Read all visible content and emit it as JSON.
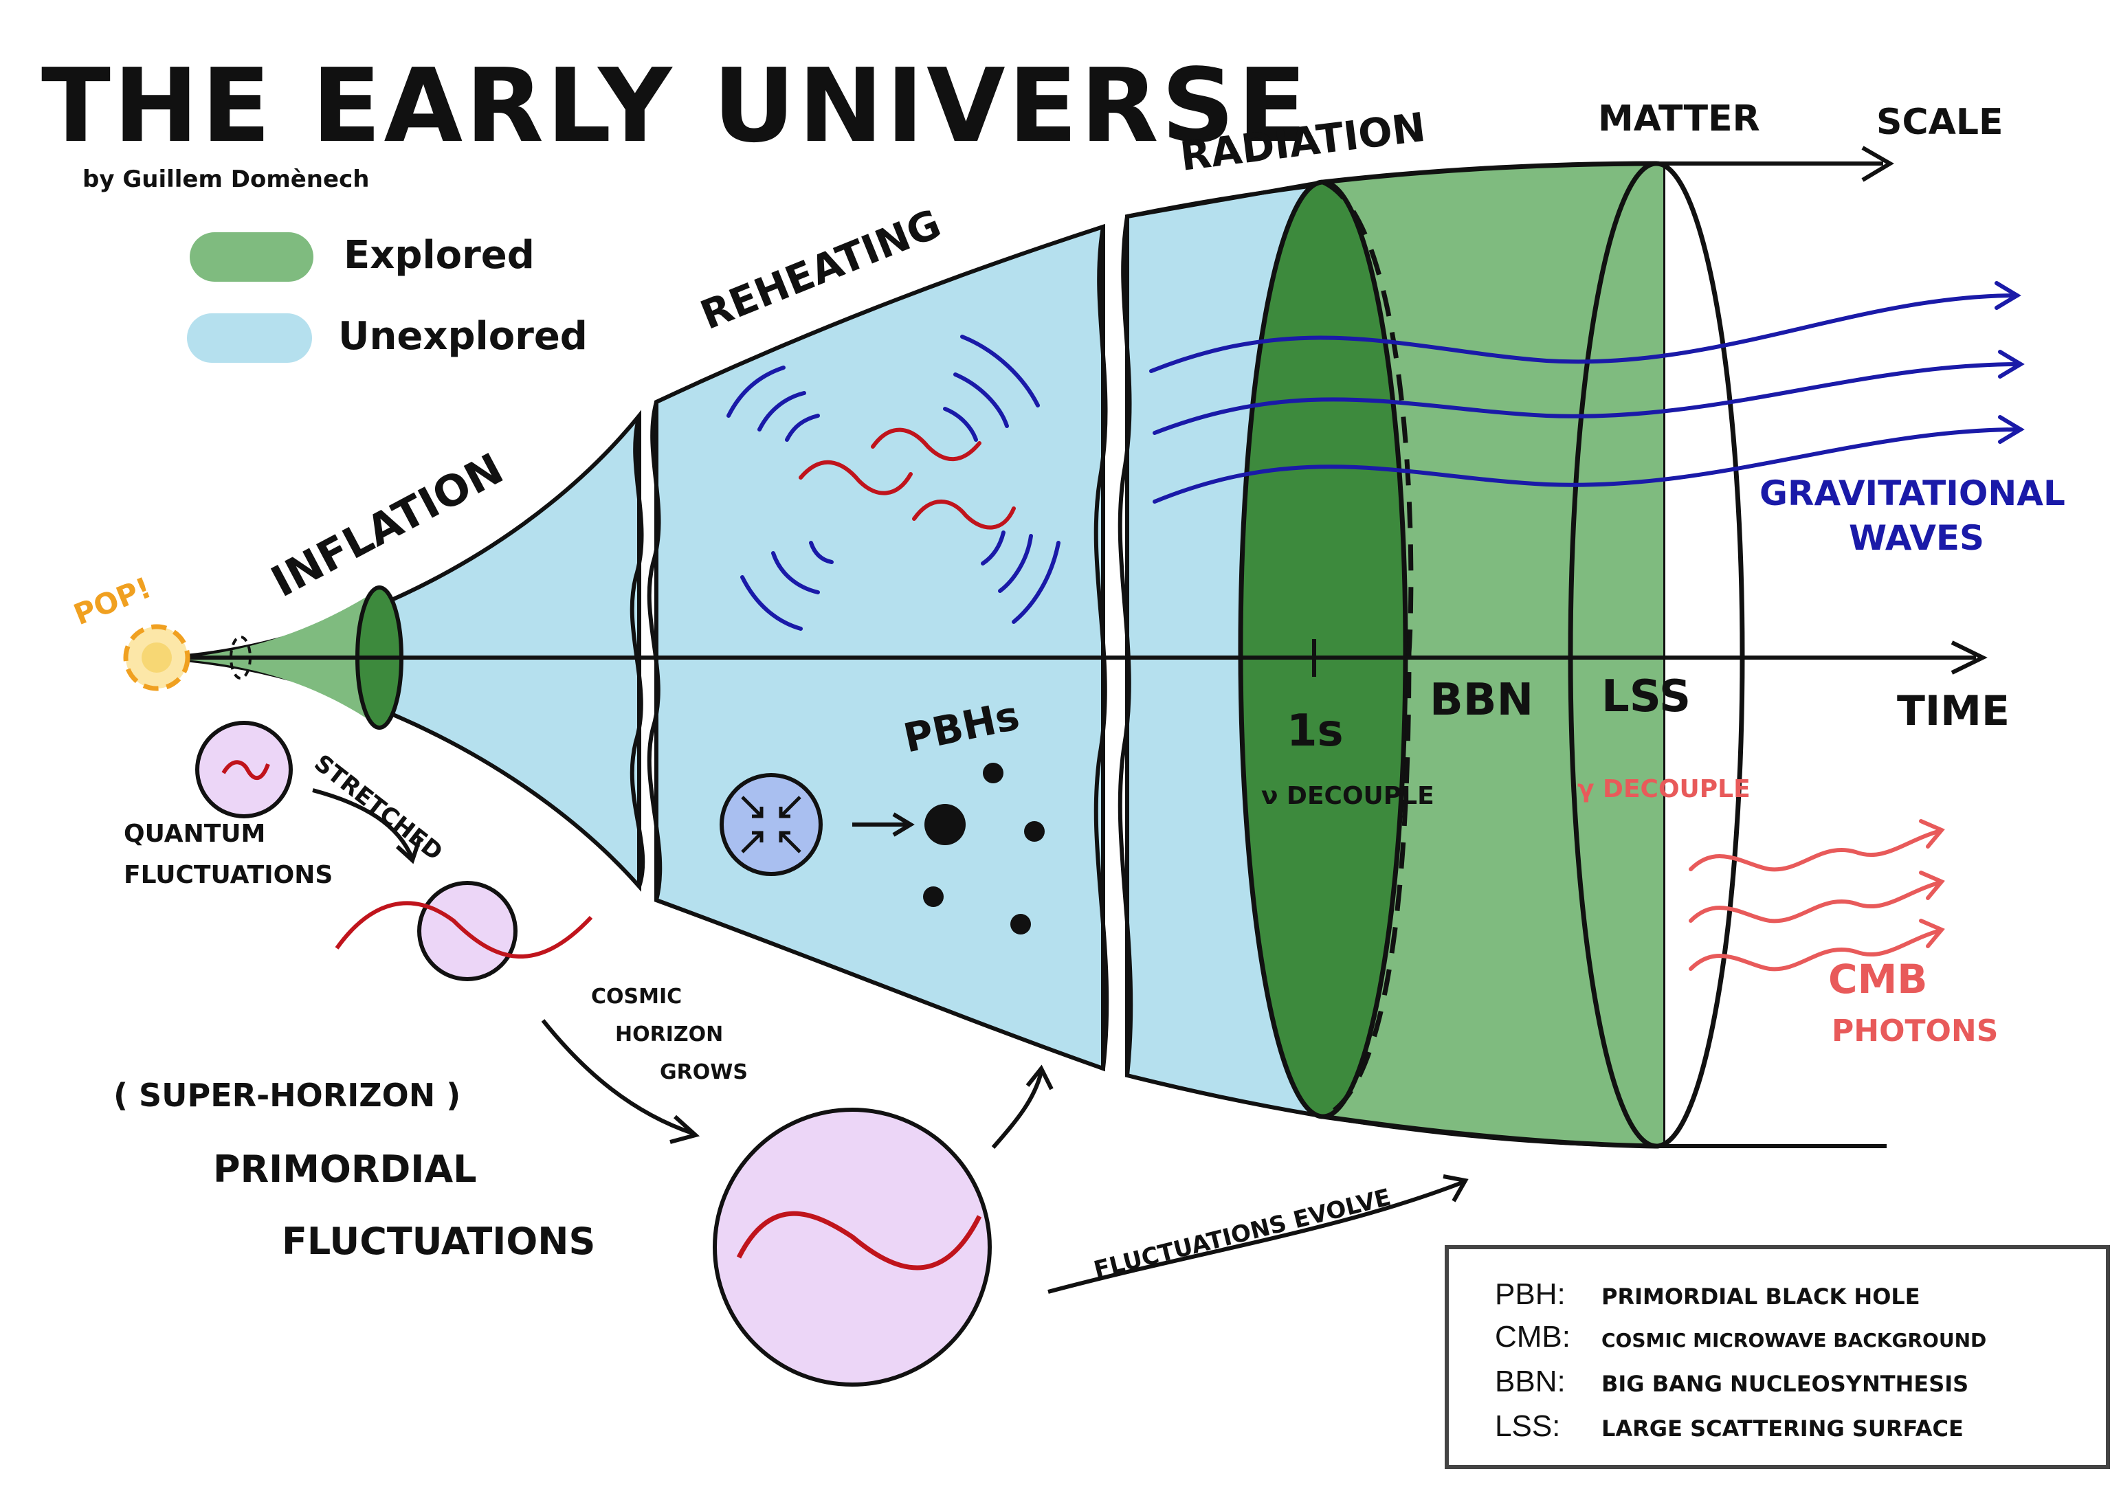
{
  "title": "THE EARLY UNIVERSE",
  "author": "by Guillem Domènech",
  "legend": {
    "explored_label": "Explored",
    "unexplored_label": "Unexplored",
    "explored_color": "#7fbb7f",
    "unexplored_color": "#b5e0ee"
  },
  "epochs": {
    "inflation": "INFLATION",
    "reheating": "REHEATING",
    "radiation": "RADIATION",
    "matter": "MATTER",
    "scale": "SCALE"
  },
  "axis": {
    "time": "TIME",
    "marker_1s": "1s",
    "bbn": "BBN",
    "lss": "LSS"
  },
  "events": {
    "pop": "POP!",
    "pbhs": "PBHs",
    "nu_decouple": "ν DECOUPLE",
    "gamma_decouple": "γ DECOUPLE",
    "gravitational_waves_1": "GRAVITATIONAL",
    "gravitational_waves_2": "WAVES",
    "cmb": "CMB",
    "photons": "PHOTONS"
  },
  "fluctuations": {
    "quantum_1": "QUANTUM",
    "quantum_2": "FLUCTUATIONS",
    "stretched": "STRETCHED",
    "super_horizon": "( SUPER-HORIZON )",
    "primordial": "PRIMORDIAL",
    "fluctuations": "FLUCTUATIONS",
    "horizon_1": "COSMIC",
    "horizon_2": "HORIZON",
    "horizon_3": "GROWS",
    "evolve": "FLUCTUATIONS EVOLVE"
  },
  "glossary": [
    {
      "abbr": "PBH:",
      "text": "PRIMORDIAL BLACK HOLE"
    },
    {
      "abbr": "CMB:",
      "text": "COSMIC MICROWAVE BACKGROUND"
    },
    {
      "abbr": "BBN:",
      "text": "BIG BANG NUCLEOSYNTHESIS"
    },
    {
      "abbr": "LSS:",
      "text": "LARGE SCATTERING SURFACE"
    }
  ],
  "colors": {
    "ink": "#111111",
    "dark_green": "#3d8a3d",
    "light_green": "#7fbb7f",
    "light_blue": "#b5e0ee",
    "wave_blue": "#1a1aa8",
    "wave_red": "#c0141c",
    "cmb_red": "#e85a5a",
    "bubble": "#ecd6f7",
    "pop_orange": "#f0a020",
    "pbh_blue": "#a9bff0"
  }
}
